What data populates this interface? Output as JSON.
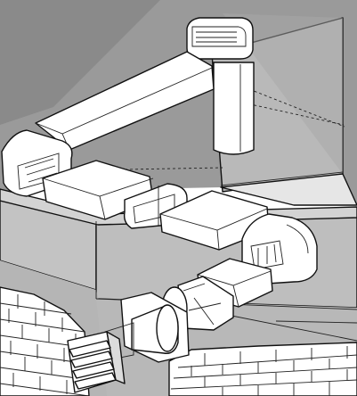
{
  "colors": {
    "ceiling_dark": "#8e8e8e",
    "ceiling_mid": "#a6a6a6",
    "wall_light": "#c4c4c4",
    "slab_face": "#bdbdbd",
    "duct_white": "#ffffff",
    "brick": "#ffffff",
    "mortar": "#9a9a9a",
    "outline": "#111111"
  },
  "icons": {
    "vertical_riser": "round-riser-pipe",
    "terminal": "exterior-louvre-grille",
    "adapter": "rect-to-round-adapter"
  }
}
